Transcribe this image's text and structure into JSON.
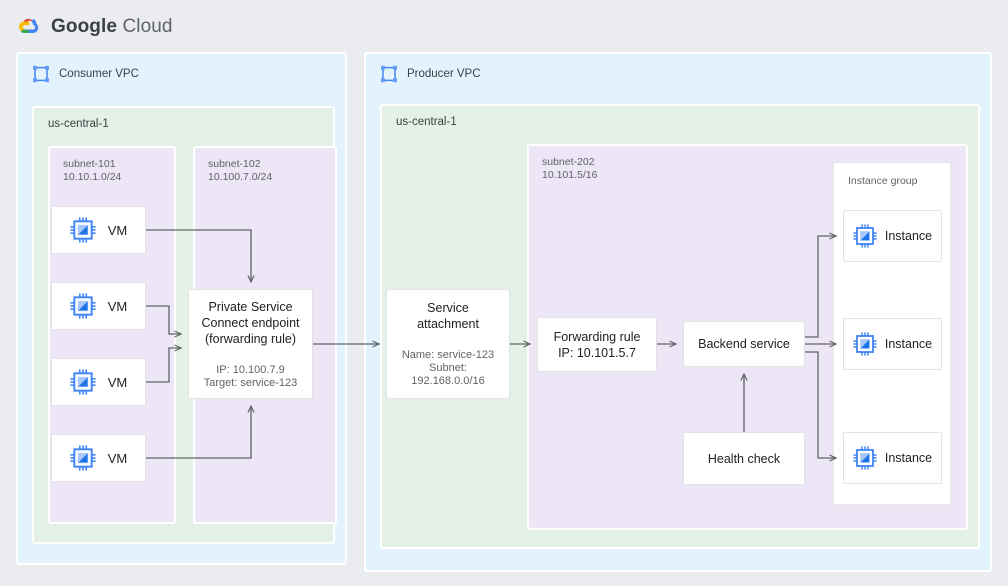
{
  "header": {
    "brand_bold": "Google",
    "brand_light": "Cloud",
    "logo_icon": "google-cloud-logo"
  },
  "consumer_vpc": {
    "title": "Consumer VPC",
    "icon": "vpc-network-icon",
    "region": "us-central-1",
    "subnets": [
      {
        "name": "subnet-101",
        "cidr": "10.10.1.0/24"
      },
      {
        "name": "subnet-102",
        "cidr": "10.100.7.0/24"
      }
    ],
    "vms": [
      {
        "label": "VM",
        "icon": "compute-instance-icon"
      },
      {
        "label": "VM",
        "icon": "compute-instance-icon"
      },
      {
        "label": "VM",
        "icon": "compute-instance-icon"
      },
      {
        "label": "VM",
        "icon": "compute-instance-icon"
      }
    ],
    "psc_endpoint": {
      "title": "Private Service\nConnect endpoint\n(forwarding rule)",
      "ip": "IP: 10.100.7.9",
      "target": "Target: service-123"
    }
  },
  "producer_vpc": {
    "title": "Producer VPC",
    "icon": "vpc-network-icon",
    "region": "us-central-1",
    "service_attachment": {
      "title": "Service attachment",
      "name": "Name: service-123",
      "subnet_label": "Subnet:",
      "subnet_cidr": "192.168.0.0/16"
    },
    "subnet": {
      "name": "subnet-202",
      "cidr": "10.101.5/16"
    },
    "forwarding_rule": {
      "line1": "Forwarding rule",
      "line2": "IP: 10.101.5.7"
    },
    "backend_service": {
      "label": "Backend service"
    },
    "health_check": {
      "label": "Health check"
    },
    "instance_group": {
      "title": "Instance group",
      "instances": [
        {
          "label": "Instance",
          "icon": "compute-instance-icon"
        },
        {
          "label": "Instance",
          "icon": "compute-instance-icon"
        },
        {
          "label": "Instance",
          "icon": "compute-instance-icon"
        }
      ]
    }
  },
  "colors": {
    "page_bg": "#eaecef",
    "vpc_bg": "#e3f3fd",
    "region_bg": "#e3f1e7",
    "subnet_bg": "#ece6f6",
    "card_bg": "#ffffff",
    "connector": "#5f6368",
    "icon_blue": "#4285f4"
  }
}
